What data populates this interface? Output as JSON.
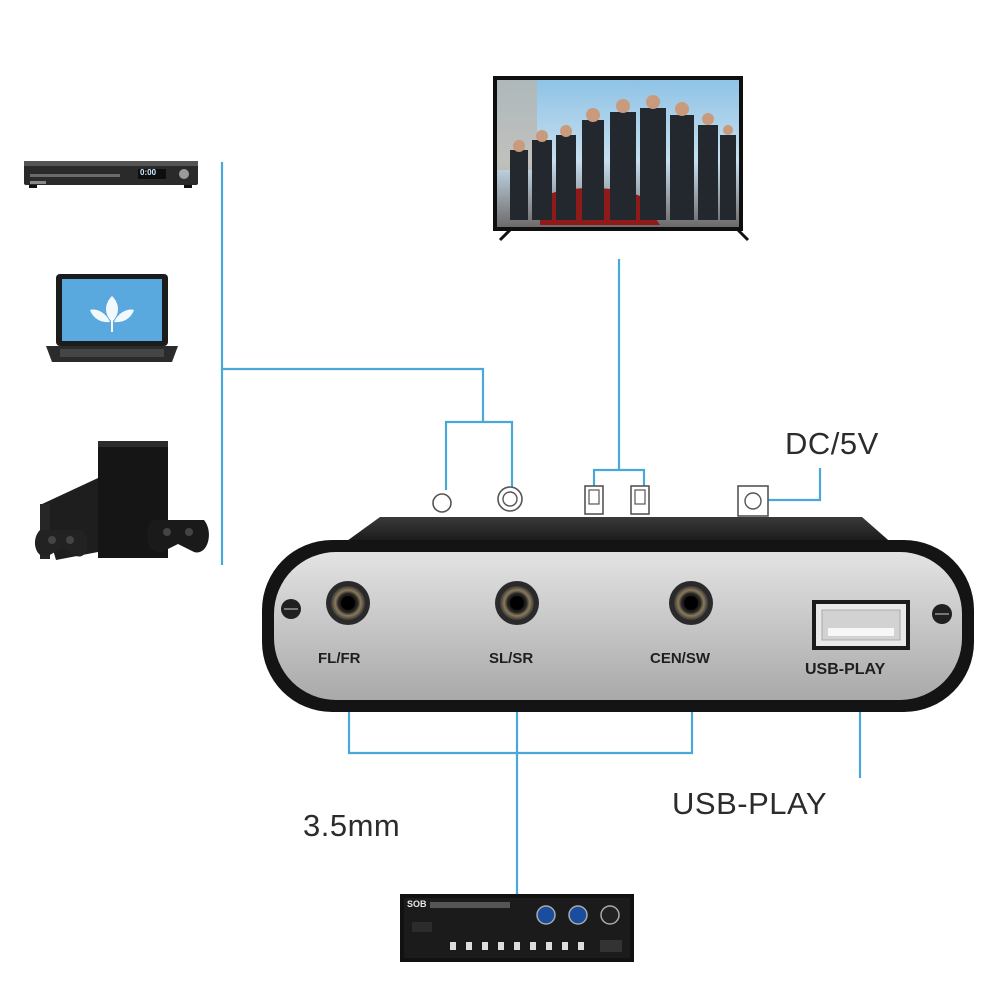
{
  "labels": {
    "dc": "DC/5V",
    "usb_play": "USB-PLAY",
    "jack_size": "3.5mm"
  },
  "device": {
    "port_fl_fr": "FL/FR",
    "port_sl_sr": "SL/SR",
    "port_cen_sw": "CEN/SW",
    "port_usb": "USB-PLAY"
  },
  "amplifier": {
    "brand": "SOB"
  },
  "dvd_player": {
    "display": "0:00"
  },
  "colors": {
    "connector_line": "#4aa8d8",
    "device_body": "#1a1a1a",
    "device_panel": "#c8c8c8"
  },
  "icons": [
    "dvd-player-icon",
    "laptop-icon",
    "game-console-icon",
    "television-icon",
    "amplifier-icon"
  ]
}
